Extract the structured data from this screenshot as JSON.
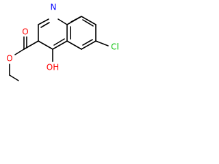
{
  "molecule": {
    "atoms": {
      "ring_nitrogen": {
        "symbol": "N",
        "color": "#0000ff"
      },
      "chlorine": {
        "symbol": "Cl",
        "color": "#00bf00"
      },
      "hydroxyl": {
        "symbol": "OH",
        "color": "#ff0000"
      },
      "carbonyl_oxygen": {
        "symbol": "O",
        "color": "#ff0000"
      },
      "ester_oxygen": {
        "symbol": "O",
        "color": "#ff0000"
      }
    },
    "bond_color": "#000000",
    "background": "#ffffff"
  }
}
